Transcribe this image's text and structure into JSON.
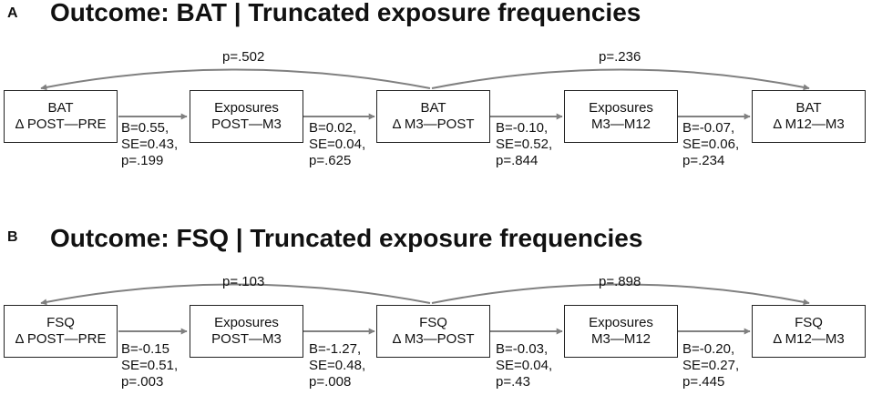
{
  "colors": {
    "arrow": "#808080",
    "text": "#111111",
    "border": "#222222"
  },
  "panels": [
    {
      "letter": "A",
      "title": "Outcome: BAT | Truncated exposure frequencies",
      "nodes": [
        {
          "line1": "BAT",
          "line2": "Δ POST—PRE"
        },
        {
          "line1": "Exposures",
          "line2": "POST—M3"
        },
        {
          "line1": "BAT",
          "line2": "Δ M3—POST"
        },
        {
          "line1": "Exposures",
          "line2": "M3—M12"
        },
        {
          "line1": "BAT",
          "line2": "Δ M12—M3"
        }
      ],
      "paths": [
        {
          "b": "B=0.55,",
          "se": "SE=0.43,",
          "p": "p=.199"
        },
        {
          "b": "B=0.02,",
          "se": "SE=0.04,",
          "p": "p=.625"
        },
        {
          "b": "B=-0.10,",
          "se": "SE=0.52,",
          "p": "p=.844"
        },
        {
          "b": "B=-0.07,",
          "se": "SE=0.06,",
          "p": "p=.234"
        }
      ],
      "curves": [
        "p=.502",
        "p=.236"
      ]
    },
    {
      "letter": "B",
      "title": "Outcome: FSQ | Truncated exposure frequencies",
      "nodes": [
        {
          "line1": "FSQ",
          "line2": "Δ POST—PRE"
        },
        {
          "line1": "Exposures",
          "line2": "POST—M3"
        },
        {
          "line1": "FSQ",
          "line2": "Δ M3—POST"
        },
        {
          "line1": "Exposures",
          "line2": "M3—M12"
        },
        {
          "line1": "FSQ",
          "line2": "Δ M12—M3"
        }
      ],
      "paths": [
        {
          "b": "B=-0.15",
          "se": "SE=0.51,",
          "p": "p=.003"
        },
        {
          "b": "B=-1.27,",
          "se": "SE=0.48,",
          "p": "p=.008"
        },
        {
          "b": "B=-0.03,",
          "se": "SE=0.04,",
          "p": "p=.43"
        },
        {
          "b": "B=-0.20,",
          "se": "SE=0.27,",
          "p": "p=.445"
        }
      ],
      "curves": [
        "p=.103",
        "p=.898"
      ]
    }
  ]
}
